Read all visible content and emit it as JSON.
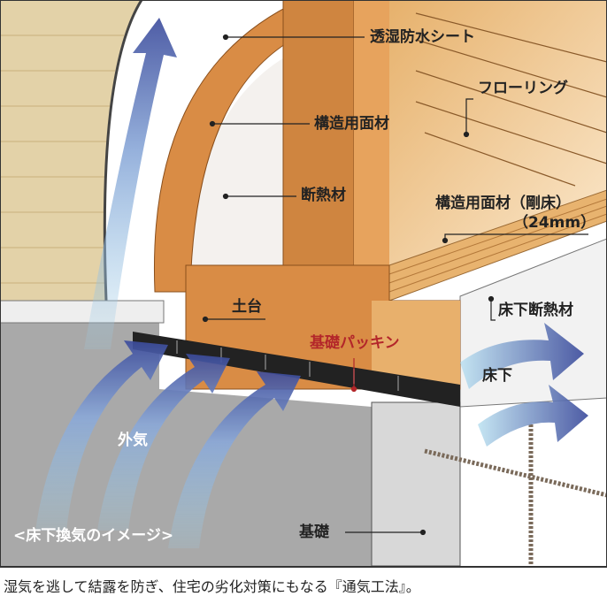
{
  "labels": {
    "moisture_barrier": "透湿防水シート",
    "flooring": "フローリング",
    "structural_panel": "構造用面材",
    "insulation": "断熱材",
    "rigid_floor_panel": "構造用面材（剛床）",
    "rigid_floor_thickness": "（24mm）",
    "underfloor_insulation": "床下断熱材",
    "sill": "土台",
    "foundation_packing": "基礎パッキン",
    "underfloor": "床下",
    "outside_air": "外気",
    "ventilation_image": "<床下換気のイメージ>",
    "foundation": "基礎"
  },
  "caption": "湿気を逃して結露を防ぎ、住宅の劣化対策にもなる『通気工法』。",
  "colors": {
    "wood": "#d98c45",
    "packing_label": "#b3262a",
    "ground": "#a9a9a9",
    "arrow": "#5a6fb5"
  }
}
